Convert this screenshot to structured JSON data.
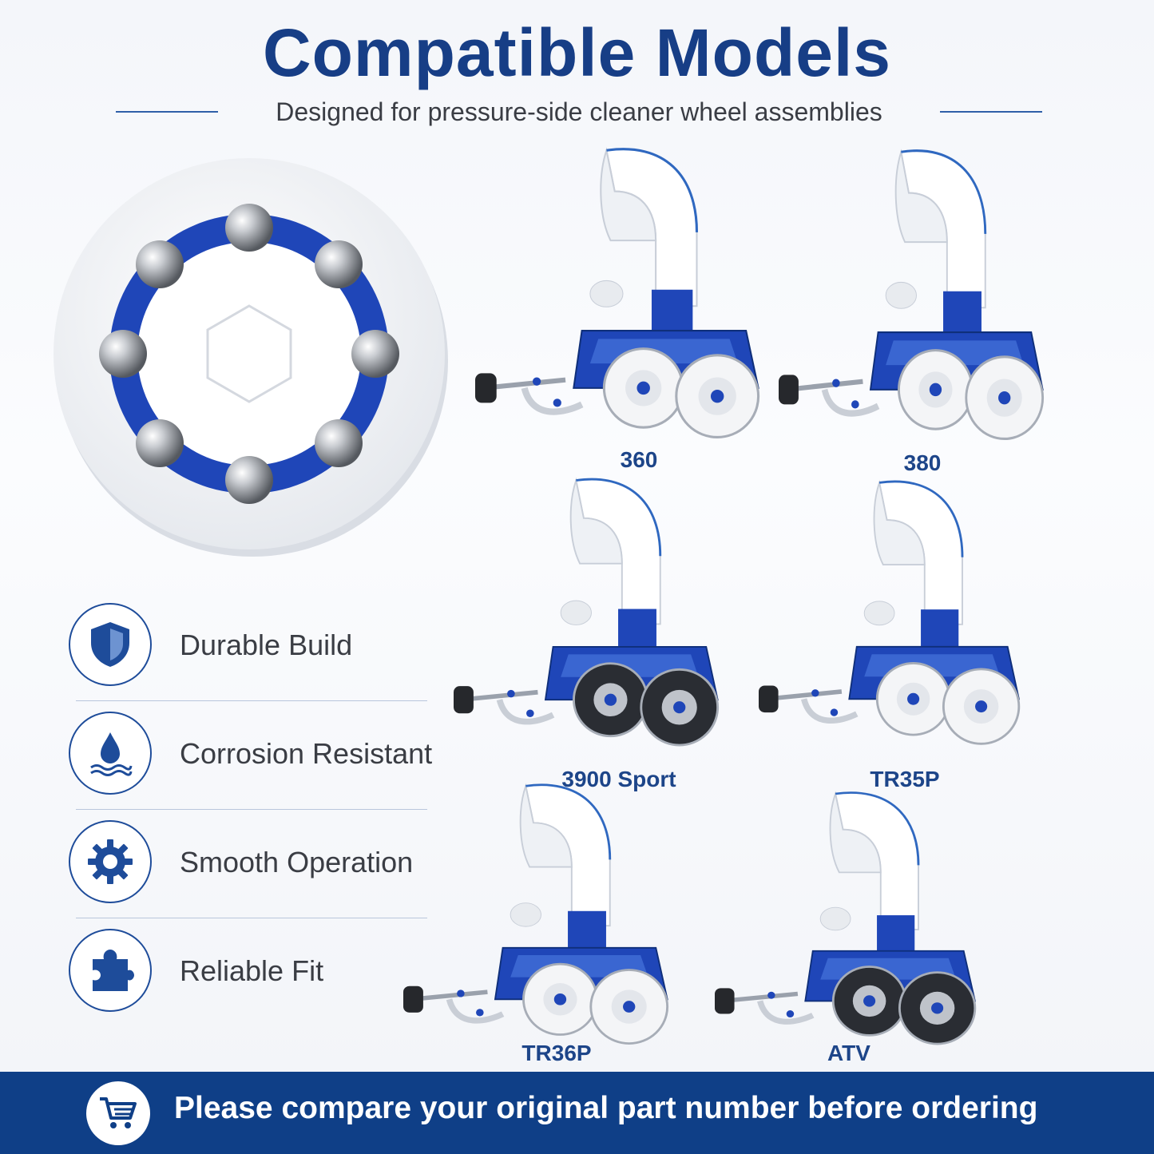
{
  "header": {
    "title": "Compatible Models",
    "subtitle": "Designed for pressure-side cleaner wheel assemblies"
  },
  "product": {
    "name": "ball-bearing-wheel",
    "colors": {
      "ring": "#ffffff",
      "cage": "#1f46b8",
      "balls": "#a9adb4"
    }
  },
  "features": [
    {
      "label": "Durable Build",
      "icon": "shield-icon"
    },
    {
      "label": "Corrosion Resistant",
      "icon": "water-drop-icon"
    },
    {
      "label": "Smooth Operation",
      "icon": "gear-icon"
    },
    {
      "label": "Reliable Fit",
      "icon": "puzzle-piece-icon"
    }
  ],
  "models": [
    {
      "label": "360",
      "wheels": "white"
    },
    {
      "label": "380",
      "wheels": "white"
    },
    {
      "label": "3900 Sport",
      "wheels": "black"
    },
    {
      "label": "TR35P",
      "wheels": "white"
    },
    {
      "label": "TR36P",
      "wheels": "white"
    },
    {
      "label": "ATV",
      "wheels": "black"
    }
  ],
  "footer": {
    "text": "Please compare your original part number before ordering",
    "icon": "shopping-cart-icon"
  },
  "colors": {
    "accent": "#173e86",
    "footer_bg": "#0f3f87",
    "text": "#3a3d44"
  }
}
